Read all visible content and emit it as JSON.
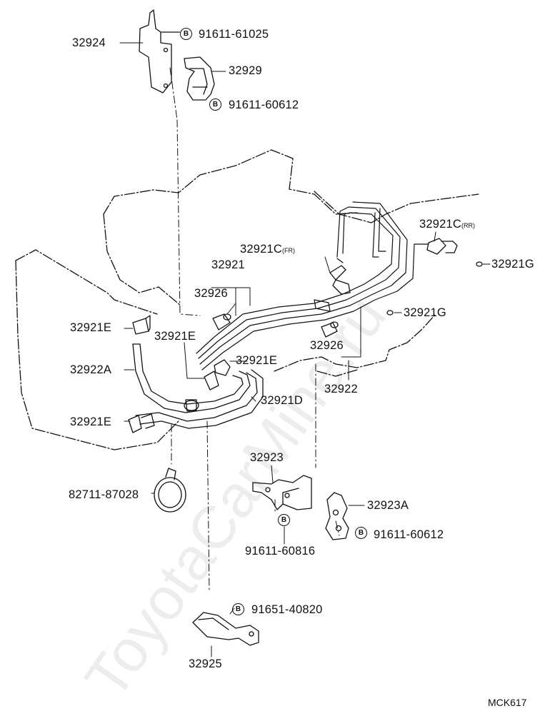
{
  "watermark": "ToyotaCarMine.ru",
  "diagram_code": "MCK617",
  "labels": {
    "p32924": "32924",
    "b91611_61025": "91611-61025",
    "p32929": "32929",
    "b91611_60612_top": "91611-60612",
    "p32921c_fr": "32921C",
    "fr_tag": "(FR)",
    "p32921c_rr": "32921C",
    "rr_tag": "(RR)",
    "p32921g_right": "32921G",
    "p32921g_mid": "32921G",
    "p32921": "32921",
    "p32926_left": "32926",
    "p32926_right": "32926",
    "p32922": "32922",
    "p32921e_top": "32921E",
    "p32921e_mid": "32921E",
    "p32921e_right": "32921E",
    "p32921e_bottom": "32921E",
    "p32922a": "32922A",
    "p32921d": "32921D",
    "p82711_87028": "82711-87028",
    "p32923": "32923",
    "b91611_60816": "91611-60816",
    "p32923a": "32923A",
    "b91611_60612_bottom": "91611-60612",
    "b91651_40820": "91651-40820",
    "p32925": "32925"
  },
  "bolt_symbol": "B"
}
